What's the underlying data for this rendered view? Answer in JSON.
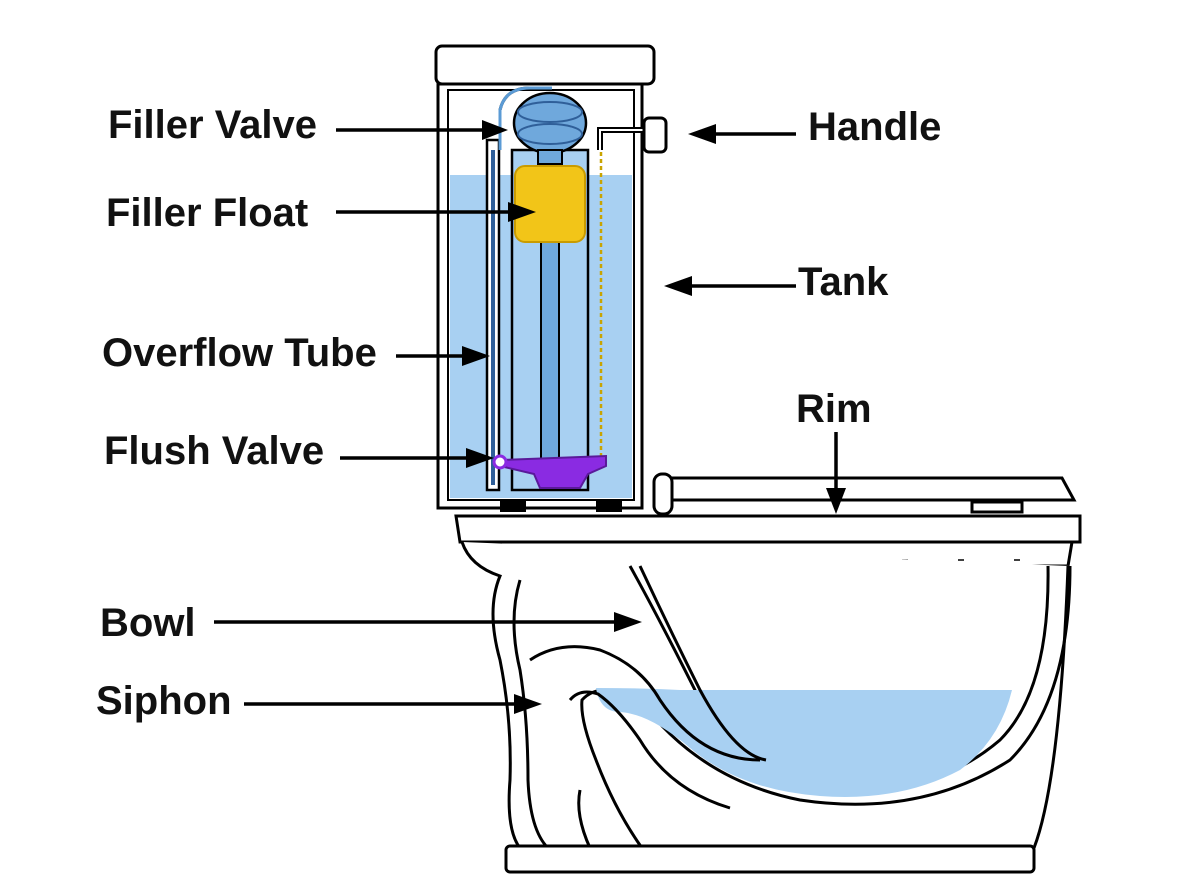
{
  "labels": {
    "filler_valve": "Filler Valve",
    "filler_float": "Filler Float",
    "overflow_tube": "Overflow Tube",
    "flush_valve": "Flush Valve",
    "bowl": "Bowl",
    "siphon": "Siphon",
    "handle": "Handle",
    "tank": "Tank",
    "rim": "Rim"
  },
  "colors": {
    "water": "#a8d0f2",
    "water_dark": "#5b9bd5",
    "float": "#f2c518",
    "flush_valve": "#8a2be2",
    "outline": "#000000",
    "label": "#111111"
  }
}
